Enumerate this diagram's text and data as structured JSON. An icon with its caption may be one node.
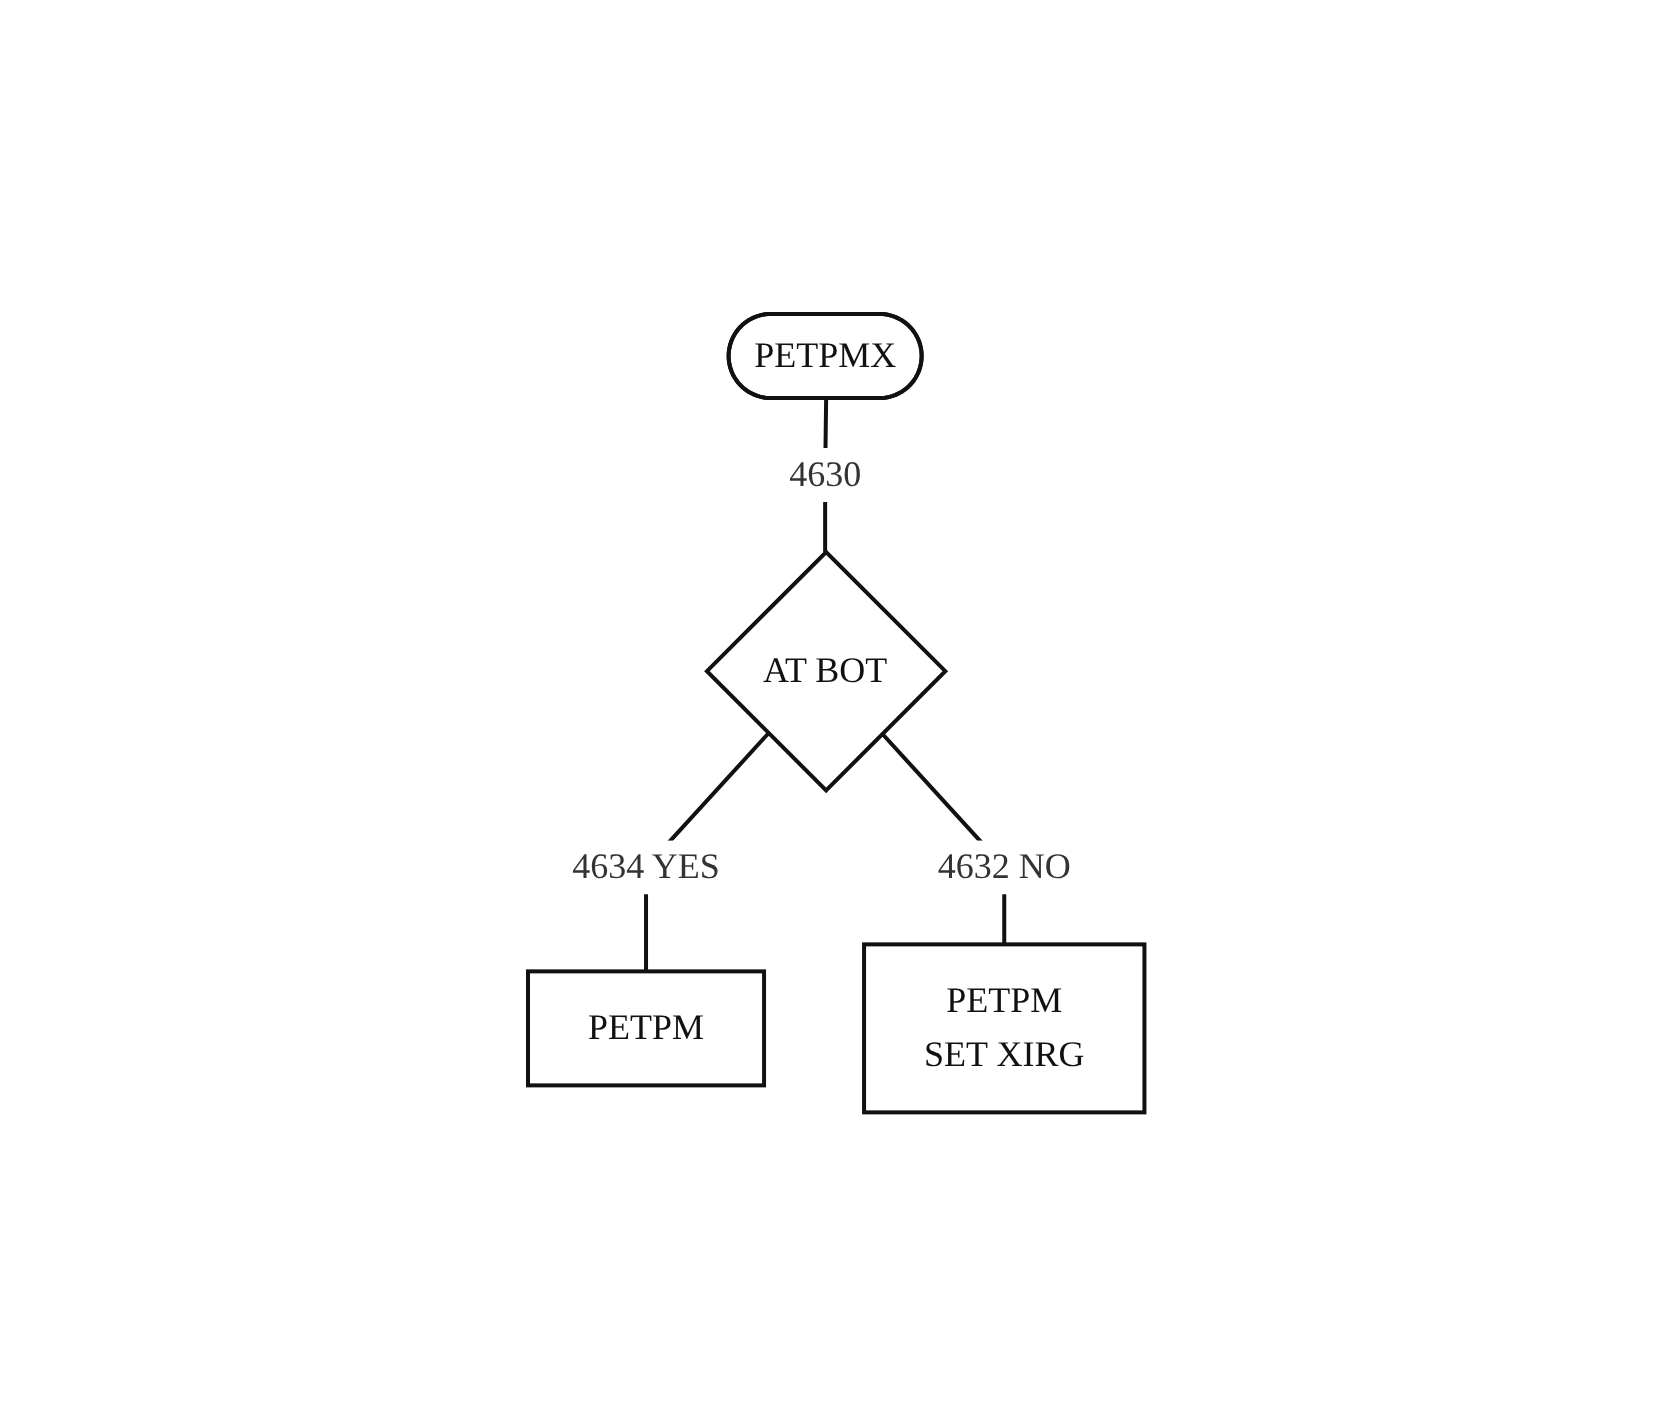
{
  "diagram": {
    "nodes": [
      {
        "text": [
          "PETPMX"
        ]
      },
      {
        "text": [
          "AT BOT"
        ]
      },
      {
        "text": [
          "PETPM"
        ]
      },
      {
        "text": [
          "PETPM",
          "SET XIRG"
        ]
      }
    ],
    "edges": [
      {
        "from": 0,
        "to": 1,
        "arrow": "none",
        "label": "4630"
      },
      {
        "from": 1,
        "to": 2,
        "arrow": "none",
        "label": "4634 YES"
      },
      {
        "from": 1,
        "to": 3,
        "arrow": "none",
        "label": "4632 NO"
      }
    ]
  }
}
